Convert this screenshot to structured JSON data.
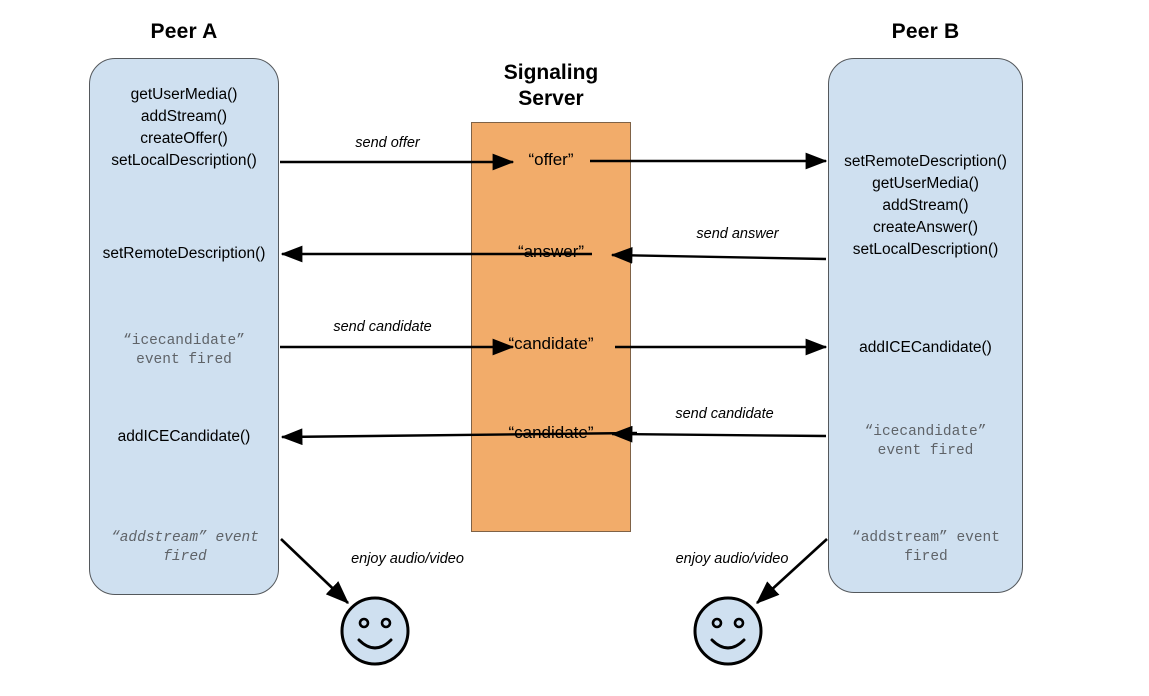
{
  "diagram": {
    "title_peer_a": "Peer A",
    "title_peer_b": "Peer B",
    "title_server": "Signaling\nServer",
    "colors": {
      "peer_fill": "#cfe0f0",
      "peer_stroke": "#54585c",
      "server_fill": "#f2ac6a",
      "server_stroke": "#7f6246",
      "mono_text": "#5f6368",
      "text": "#000000"
    }
  },
  "peer_a": {
    "step_1": "getUserMedia()\naddStream()\ncreateOffer()\nsetLocalDescription()",
    "step_2": "setRemoteDescription()",
    "step_3": "“icecandidate”\nevent fired",
    "step_4": "addICECandidate()",
    "step_5": "“addstream” event\nfired"
  },
  "peer_b": {
    "step_1": "setRemoteDescription()\ngetUserMedia()\naddStream()\ncreateAnswer()\nsetLocalDescription()",
    "step_2": "addICECandidate()",
    "step_3": "“icecandidate”\nevent fired",
    "step_4": "“addstream” event\nfired"
  },
  "server_messages": [
    {
      "label": "“offer”"
    },
    {
      "label": "“answer”"
    },
    {
      "label": "“candidate”"
    },
    {
      "label": "“candidate”"
    }
  ],
  "arrow_labels": {
    "send_offer": "send offer",
    "send_answer": "send answer",
    "send_candidate_left": "send candidate",
    "send_candidate_right": "send candidate",
    "enjoy_left": "enjoy audio/video",
    "enjoy_right": "enjoy audio/video"
  }
}
